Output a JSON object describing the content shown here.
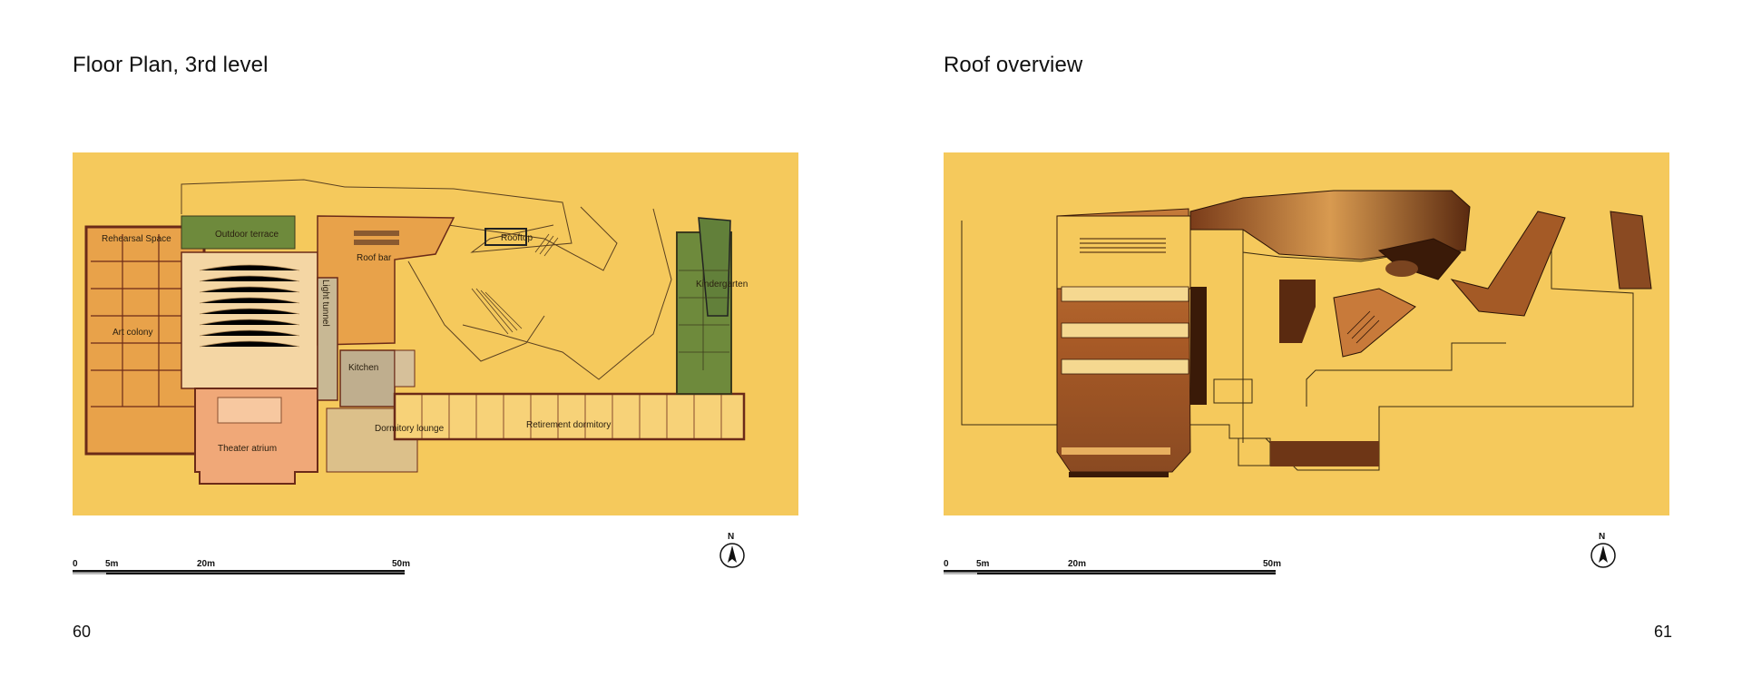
{
  "left_page": {
    "title": "Floor Plan, 3rd level",
    "page_number": "60",
    "rooms": {
      "rehearsal": "Rehearsal Space",
      "outdoor_terrace": "Outdoor terrace",
      "roof_bar": "Roof bar",
      "rooftop": "Rooftop",
      "art_colony": "Art colony",
      "light_tunnel": "Light tunnel",
      "kitchen": "Kitchen",
      "kindergarten": "Kindergarten",
      "dormitory_lounge": "Dormitory lounge",
      "retirement_dormitory": "Retirement dormitory",
      "theater_atrium": "Theater atrium"
    },
    "scale": [
      "0",
      "5m",
      "20m",
      "50m"
    ],
    "north": "N"
  },
  "right_page": {
    "title": "Roof overview",
    "page_number": "61",
    "scale": [
      "0",
      "5m",
      "20m",
      "50m"
    ],
    "north": "N"
  },
  "colors": {
    "background_yellow": "#f5c95c",
    "orange_room": "#e8a24a",
    "green_room": "#6e8a3c",
    "salmon": "#f0a878",
    "wall": "#6b2a18",
    "roof_brown": "#8a4a22"
  }
}
